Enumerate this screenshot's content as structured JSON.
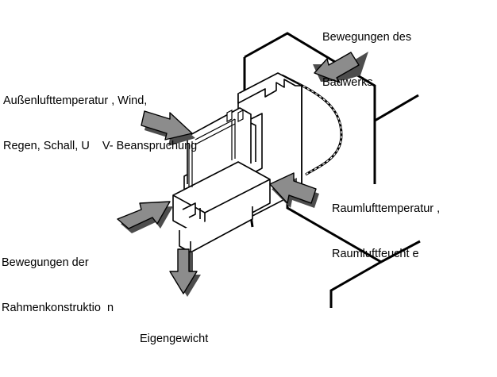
{
  "colors": {
    "ink": "#000000",
    "arrow_fill": "#8c8c8c",
    "arrow_shadow": "#4d4d4d",
    "background": "#ffffff"
  },
  "labels": {
    "building_movement": [
      "Bewegungen des",
      "Bauwerks"
    ],
    "outdoor_loads": [
      "Außenlufttemperatur , Wind,",
      "Regen, Schall, U    V- Beanspruchung"
    ],
    "indoor_climate": [
      "Raumlufttemperatur ,",
      "Raumluftfeucht e"
    ],
    "frame_movement": [
      "Bewegungen der",
      "Rahmenkonstruktio  n"
    ],
    "dead_load": [
      "Eigengewicht"
    ]
  }
}
